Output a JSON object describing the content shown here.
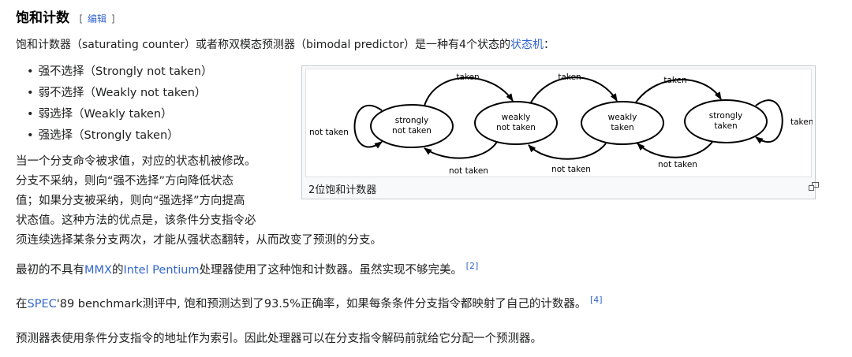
{
  "heading": {
    "title": "饱和计数",
    "edit_open": "[",
    "edit_label": "编辑",
    "edit_close": "]"
  },
  "intro": {
    "text": "饱和计数器（saturating counter）或者称双模态预测器（bimodal predictor）是一种有4个状态的",
    "link": "状态机",
    "tail": "："
  },
  "states": [
    "强不选择（Strongly not taken）",
    "弱不选择（Weakly not taken）",
    "弱选择（Weakly taken）",
    "强选择（Strongly taken）"
  ],
  "explanation_lines": [
    "当一个分支命令被求值，对应的状态机被修改。",
    "分支不采纳，则向“强不选择”方向降低状态",
    "值；如果分支被采纳，则向“强选择”方向提高",
    "状态值。这种方法的优点是，该条件分支指令必",
    "须连续选择某条分支两次，才能从强状态翻转，从而改变了预测的分支。"
  ],
  "figure": {
    "caption": "2位饱和计数器",
    "magnify_icon": "magnify-icon",
    "nodes": [
      {
        "line1": "strongly",
        "line2": "not taken"
      },
      {
        "line1": "weakly",
        "line2": "not taken"
      },
      {
        "line1": "weakly",
        "line2": "taken"
      },
      {
        "line1": "strongly",
        "line2": "taken"
      }
    ],
    "top_labels": [
      "taken",
      "taken",
      "taken"
    ],
    "bottom_labels": [
      "not taken",
      "not taken",
      "not taken"
    ],
    "left_loop_label": "not taken",
    "right_loop_label": "taken"
  },
  "para_mmx": {
    "pre": "最初的不具有",
    "link1": "MMX",
    "mid": "的",
    "link2": "Intel Pentium",
    "post": "处理器使用了这种饱和计数器。虽然实现不够完美。",
    "ref": "[2]"
  },
  "para_spec": {
    "pre": "在",
    "link": "SPEC",
    "post": "'89 benchmark测评中, 饱和预测达到了93.5%正确率，如果每条条件分支指令都映射了自己的计数器。",
    "ref": "[4]"
  },
  "para_index": {
    "text": "预测器表使用条件分支指令的地址作为索引。因此处理器可以在分支指令解码前就给它分配一个预测器。"
  },
  "colors": {
    "link": "#3366cc",
    "text": "#202122",
    "figure_border": "#c8ccd1",
    "figure_bg": "#f8f9fa"
  }
}
